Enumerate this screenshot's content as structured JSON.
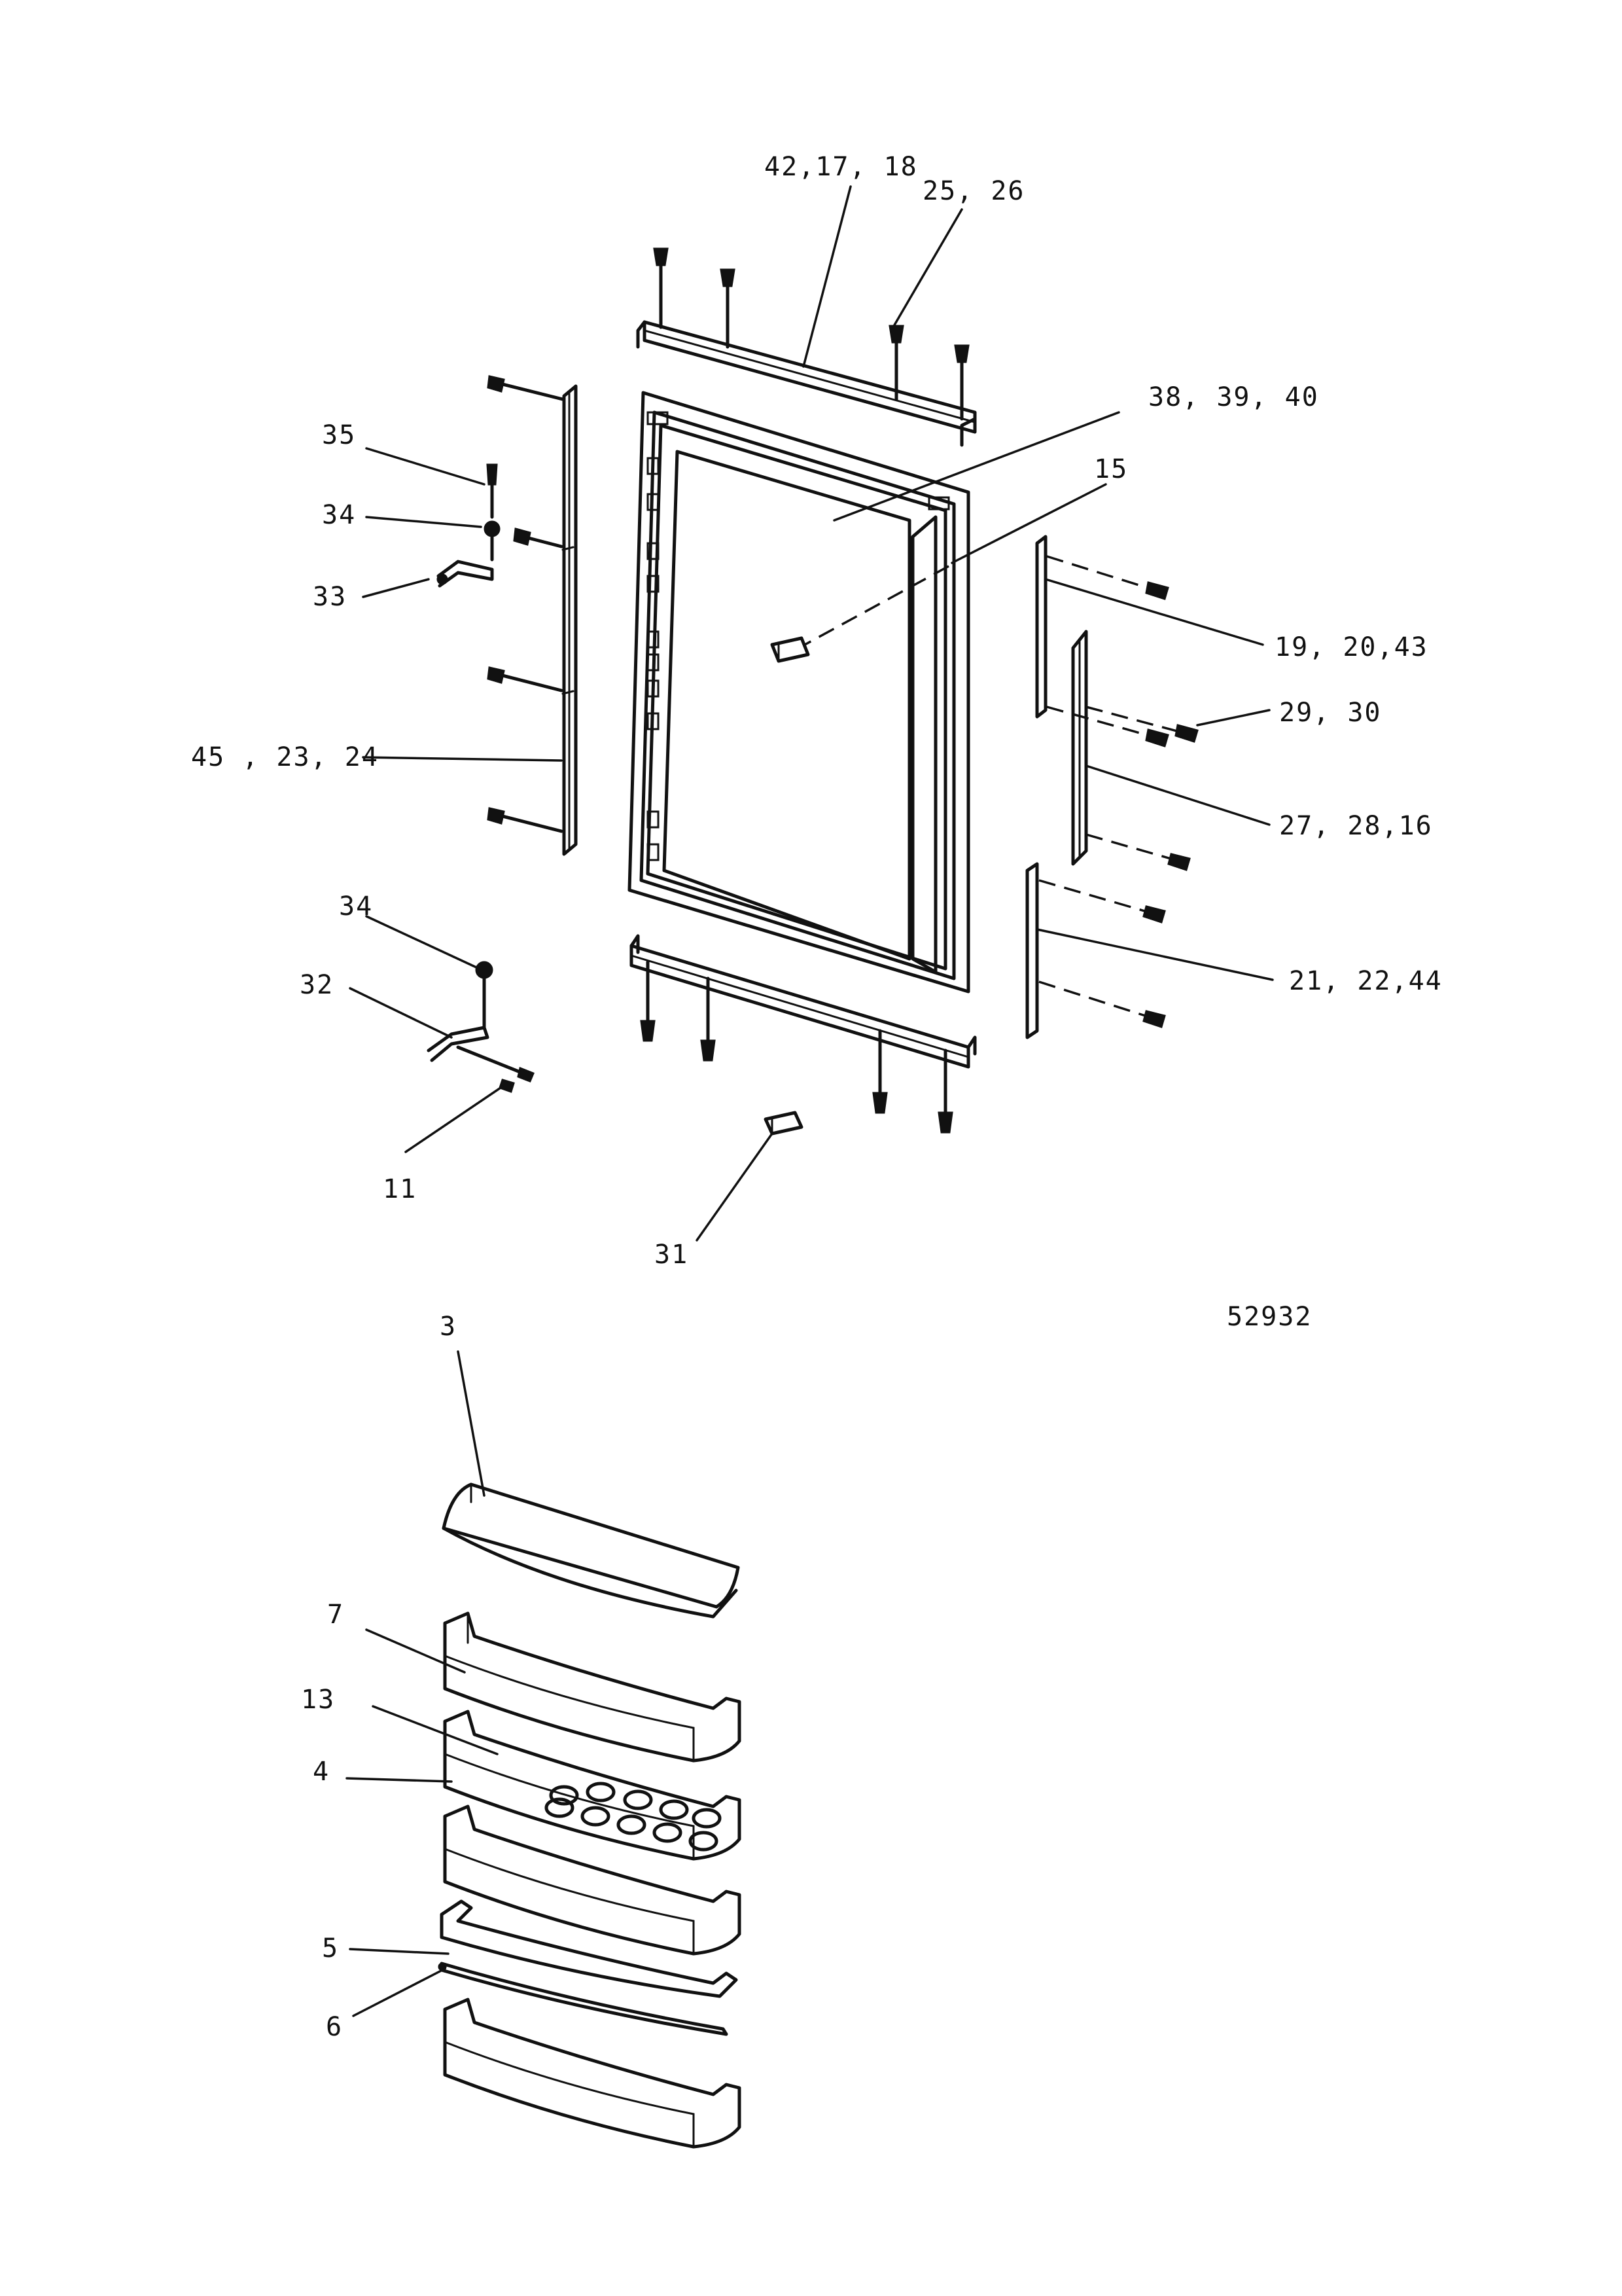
{
  "labels": {
    "l_42_17_18": "42,17, 18",
    "l_25_26": "25, 26",
    "l_38_39_40": "38, 39, 40",
    "l_15": "15",
    "l_35": "35",
    "l_34a": "34",
    "l_33": "33",
    "l_45_23_24": "45 , 23, 24",
    "l_19_20_43": "19, 20,43",
    "l_29_30": "29, 30",
    "l_27_28_16": "27, 28,16",
    "l_21_22_44": "21, 22,44",
    "l_34b": "34",
    "l_32": "32",
    "l_11": "11",
    "l_31": "31",
    "l_drawing_no": "52932",
    "l_3": "3",
    "l_7": "7",
    "l_13": "13",
    "l_4": "4",
    "l_5": "5",
    "l_6": "6"
  }
}
